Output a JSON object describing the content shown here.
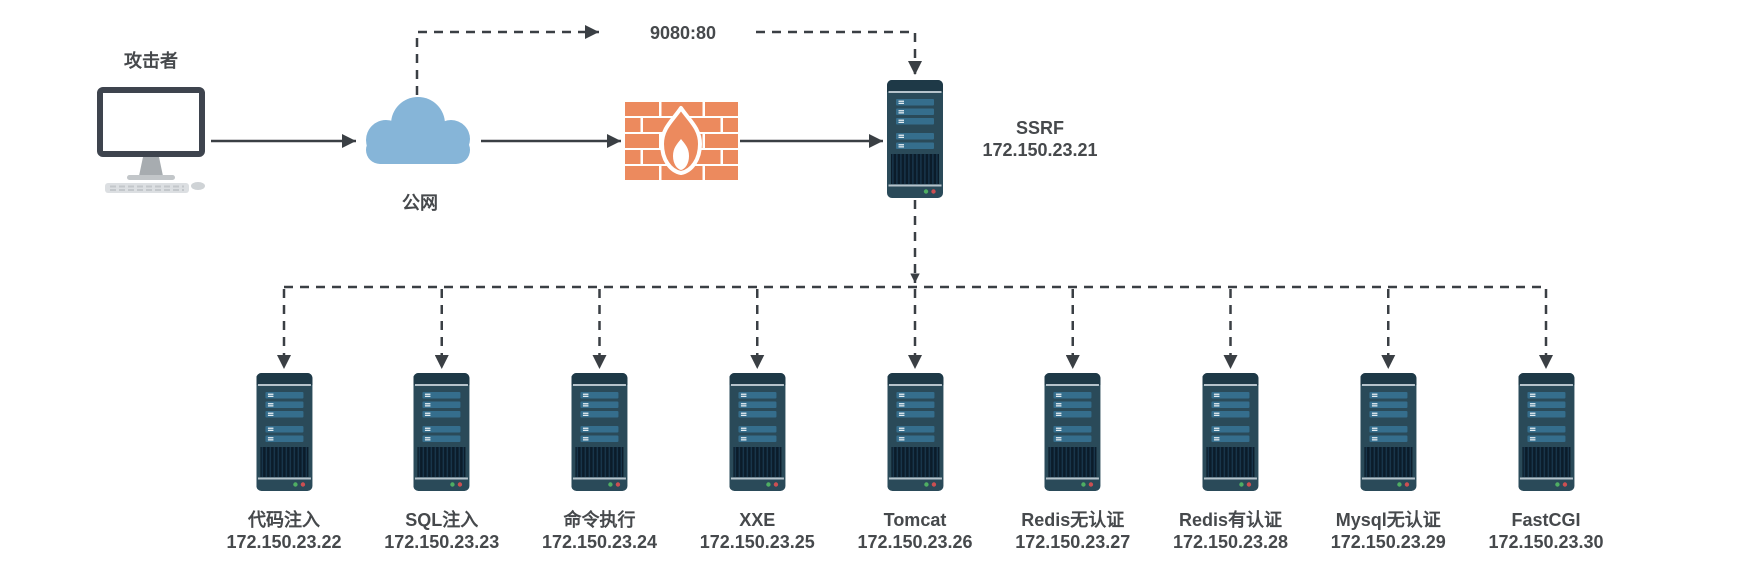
{
  "diagram": {
    "attacker": {
      "label": "攻击者"
    },
    "public_network": {
      "label": "公网"
    },
    "port_mapping_label": "9080:80",
    "gateway_server": {
      "name": "SSRF",
      "ip": "172.150.23.21"
    },
    "targets": [
      {
        "name": "代码注入",
        "ip": "172.150.23.22"
      },
      {
        "name": "SQL注入",
        "ip": "172.150.23.23"
      },
      {
        "name": "命令执行",
        "ip": "172.150.23.24"
      },
      {
        "name": "XXE",
        "ip": "172.150.23.25"
      },
      {
        "name": "Tomcat",
        "ip": "172.150.23.26"
      },
      {
        "name": "Redis无认证",
        "ip": "172.150.23.27"
      },
      {
        "name": "Redis有认证",
        "ip": "172.150.23.28"
      },
      {
        "name": "Mysql无认证",
        "ip": "172.150.23.29"
      },
      {
        "name": "FastCGI",
        "ip": "172.150.23.30"
      }
    ],
    "colors": {
      "line": "#3a3f44",
      "text": "#46494c",
      "server_body": "#2a4a59",
      "server_cap": "#1e3947",
      "server_bars": "#356e8d",
      "firewall_brick": "#ec8a5e",
      "cloud": "#86b5d8",
      "led_green": "#4fae63",
      "led_red": "#cc4f52"
    }
  }
}
